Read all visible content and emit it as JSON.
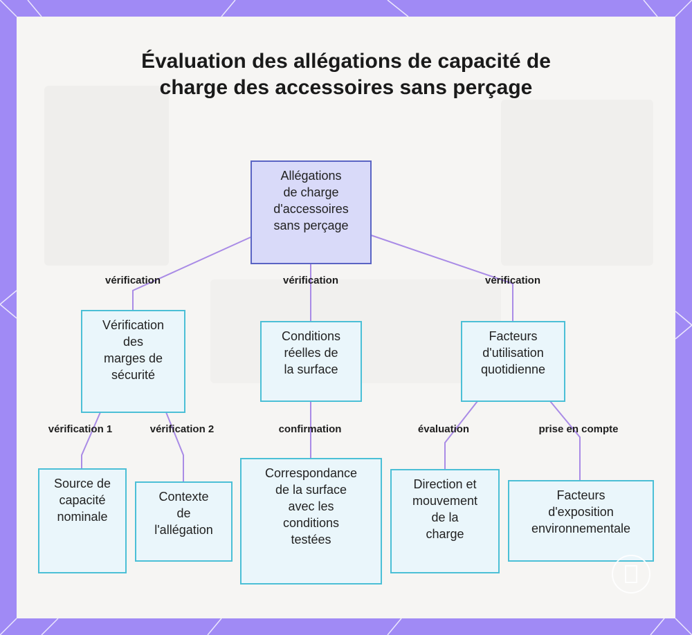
{
  "title": "Évaluation des allégations de capacité de charge des accessoires sans perçage",
  "colors": {
    "frame": "#a08af5",
    "connector": "#a98be6",
    "root_fill": "#d9daf9",
    "root_border": "#5a64c4",
    "node_fill": "#eaf6fb",
    "node_border": "#4bbfd6"
  },
  "nodes": {
    "root": "Allégations\nde charge\nd'accessoires\nsans perçage",
    "safety": "Vérification\ndes\nmarges de\nsécurité",
    "surface": "Conditions\nréelles de\nla surface",
    "usage": "Facteurs\nd'utilisation\nquotidienne",
    "nominal": "Source de\ncapacité\nnominale",
    "context": "Contexte\nde\nl'allégation",
    "match": "Correspondance\nde la surface\navec les\nconditions\ntestées",
    "direction": "Direction et\nmouvement\nde la\ncharge",
    "environment": "Facteurs\nd'exposition\nenvironnementale"
  },
  "edges": {
    "root_safety": "vérification",
    "root_surface": "vérification",
    "root_usage": "vérification",
    "safety_nominal": "vérification 1",
    "safety_context": "vérification 2",
    "surface_match": "confirmation",
    "usage_direction": "évaluation",
    "usage_environment": "prise en compte"
  }
}
